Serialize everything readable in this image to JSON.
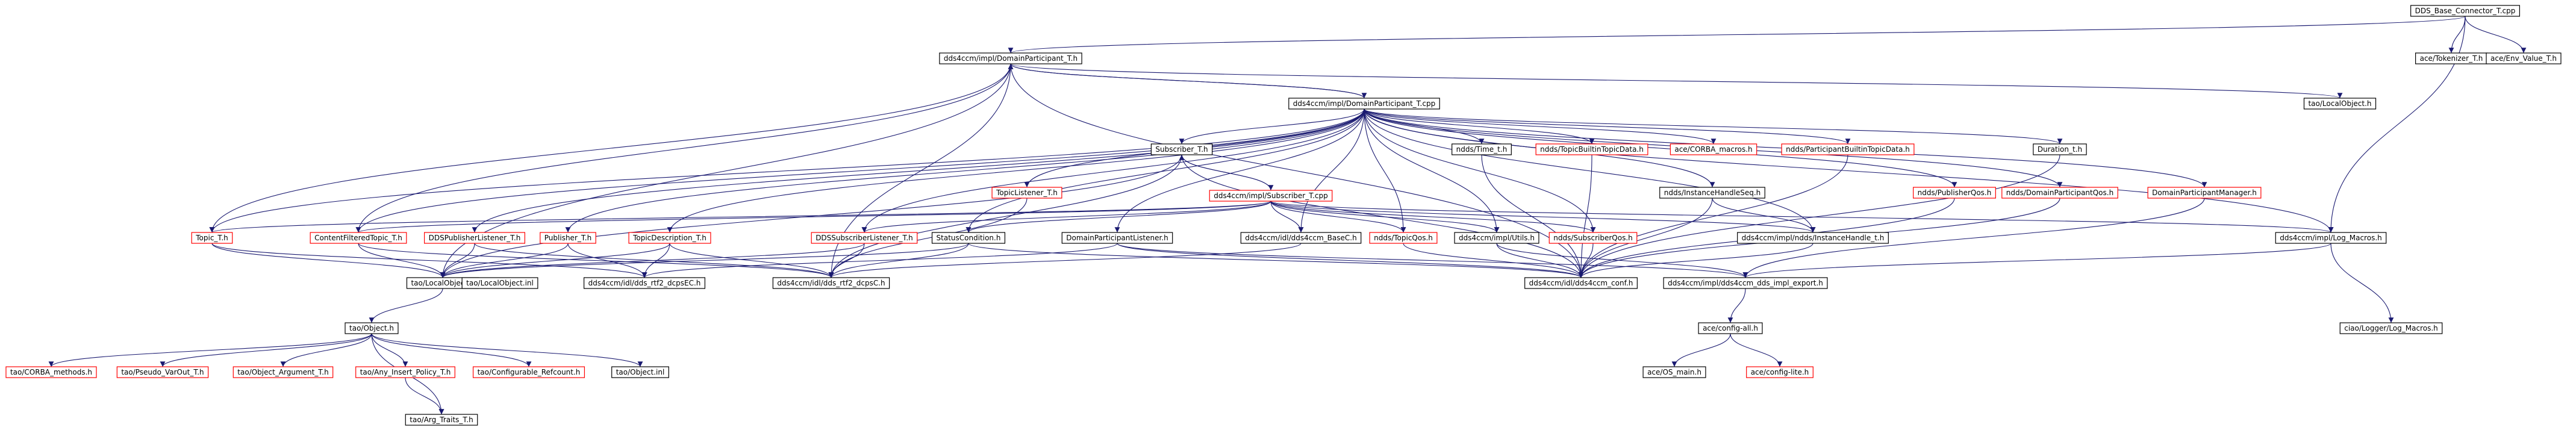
{
  "colors": {
    "edge": "#191970",
    "node_border_normal": "#000000",
    "node_border_truncated": "#ff0000",
    "root_fill": "#bfbfbf",
    "node_fill": "#ffffff"
  },
  "diagram": {
    "type": "include-dependency-graph",
    "root": "DDS_Base_Connector_T.cpp",
    "nodes": [
      {
        "id": "root",
        "label": "DDS_Base_Connector_T.cpp",
        "style": "root"
      },
      {
        "id": "dp_th",
        "label": "dds4ccm/impl/DomainParticipant_T.h",
        "style": "normal"
      },
      {
        "id": "ace_tok",
        "label": "ace/Tokenizer_T.h",
        "style": "normal"
      },
      {
        "id": "ace_env",
        "label": "ace/Env_Value_T.h",
        "style": "normal"
      },
      {
        "id": "dp_cpp",
        "label": "dds4ccm/impl/DomainParticipant_T.cpp",
        "style": "normal"
      },
      {
        "id": "tao_loh_top",
        "label": "tao/LocalObject.h",
        "style": "normal"
      },
      {
        "id": "sub_th",
        "label": "Subscriber_T.h",
        "style": "normal"
      },
      {
        "id": "ndds_time",
        "label": "ndds/Time_t.h",
        "style": "normal"
      },
      {
        "id": "ndds_tbtd",
        "label": "ndds/TopicBuiltinTopicData.h",
        "style": "truncated"
      },
      {
        "id": "ace_corba",
        "label": "ace/CORBA_macros.h",
        "style": "truncated"
      },
      {
        "id": "ndds_pbtd",
        "label": "ndds/ParticipantBuiltinTopicData.h",
        "style": "truncated"
      },
      {
        "id": "duration",
        "label": "Duration_t.h",
        "style": "normal"
      },
      {
        "id": "sub_cpp",
        "label": "dds4ccm/impl/Subscriber_T.cpp",
        "style": "truncated"
      },
      {
        "id": "topic_listener",
        "label": "TopicListener_T.h",
        "style": "truncated"
      },
      {
        "id": "ndds_ihs",
        "label": "ndds/InstanceHandleSeq.h",
        "style": "normal"
      },
      {
        "id": "ndds_pubqos",
        "label": "ndds/PublisherQos.h",
        "style": "truncated"
      },
      {
        "id": "ndds_dpqos",
        "label": "ndds/DomainParticipantQos.h",
        "style": "truncated"
      },
      {
        "id": "dpm",
        "label": "DomainParticipantManager.h",
        "style": "truncated"
      },
      {
        "id": "topic_th",
        "label": "Topic_T.h",
        "style": "truncated"
      },
      {
        "id": "cft",
        "label": "ContentFilteredTopic_T.h",
        "style": "truncated"
      },
      {
        "id": "dds_pub_listener",
        "label": "DDSPublisherListener_T.h",
        "style": "truncated"
      },
      {
        "id": "publisher",
        "label": "Publisher_T.h",
        "style": "truncated"
      },
      {
        "id": "topic_desc",
        "label": "TopicDescription_T.h",
        "style": "truncated"
      },
      {
        "id": "dds_sub_listener",
        "label": "DDSSubscriberListener_T.h",
        "style": "truncated"
      },
      {
        "id": "status_cond",
        "label": "StatusCondition.h",
        "style": "normal"
      },
      {
        "id": "dp_listener",
        "label": "DomainParticipantListener.h",
        "style": "normal"
      },
      {
        "id": "dds_base",
        "label": "dds4ccm/idl/dds4ccm_BaseC.h",
        "style": "normal"
      },
      {
        "id": "ndds_topicqos",
        "label": "ndds/TopicQos.h",
        "style": "truncated"
      },
      {
        "id": "utils",
        "label": "dds4ccm/impl/Utils.h",
        "style": "normal"
      },
      {
        "id": "ndds_subqos",
        "label": "ndds/SubscriberQos.h",
        "style": "truncated"
      },
      {
        "id": "ndds_ih",
        "label": "dds4ccm/impl/ndds/InstanceHandle_t.h",
        "style": "normal"
      },
      {
        "id": "log_macros",
        "label": "dds4ccm/impl/Log_Macros.h",
        "style": "normal"
      },
      {
        "id": "tao_lo_h",
        "label": "tao/LocalObject.h",
        "style": "normal"
      },
      {
        "id": "tao_lo_inl",
        "label": "tao/LocalObject.inl",
        "style": "normal"
      },
      {
        "id": "dcps_ec",
        "label": "dds4ccm/idl/dds_rtf2_dcpsEC.h",
        "style": "normal"
      },
      {
        "id": "dcps_c",
        "label": "dds4ccm/idl/dds_rtf2_dcpsC.h",
        "style": "normal"
      },
      {
        "id": "conf",
        "label": "dds4ccm/idl/dds4ccm_conf.h",
        "style": "normal"
      },
      {
        "id": "export",
        "label": "dds4ccm/impl/dds4ccm_dds_impl_export.h",
        "style": "normal"
      },
      {
        "id": "ciao_log",
        "label": "ciao/Logger/Log_Macros.h",
        "style": "normal"
      },
      {
        "id": "tao_obj",
        "label": "tao/Object.h",
        "style": "normal"
      },
      {
        "id": "ace_config_all",
        "label": "ace/config-all.h",
        "style": "normal"
      },
      {
        "id": "tao_corba_methods",
        "label": "tao/CORBA_methods.h",
        "style": "truncated"
      },
      {
        "id": "tao_pseudo",
        "label": "tao/Pseudo_VarOut_T.h",
        "style": "truncated"
      },
      {
        "id": "tao_objarg",
        "label": "tao/Object_Argument_T.h",
        "style": "truncated"
      },
      {
        "id": "tao_any_insert",
        "label": "tao/Any_Insert_Policy_T.h",
        "style": "truncated"
      },
      {
        "id": "tao_configurable",
        "label": "tao/Configurable_Refcount.h",
        "style": "truncated"
      },
      {
        "id": "tao_obj_inl",
        "label": "tao/Object.inl",
        "style": "normal"
      },
      {
        "id": "tao_argtraits",
        "label": "tao/Arg_Traits_T.h",
        "style": "normal"
      },
      {
        "id": "ace_os_main",
        "label": "ace/OS_main.h",
        "style": "normal"
      },
      {
        "id": "ace_config_lite",
        "label": "ace/config-lite.h",
        "style": "truncated"
      }
    ],
    "edges": [
      [
        "root",
        "dp_th"
      ],
      [
        "root",
        "ace_tok"
      ],
      [
        "root",
        "ace_env"
      ],
      [
        "root",
        "log_macros"
      ],
      [
        "dp_th",
        "dp_cpp"
      ],
      [
        "dp_th",
        "tao_loh_top"
      ],
      [
        "dp_th",
        "topic_th"
      ],
      [
        "dp_th",
        "tao_lo_h"
      ],
      [
        "dp_th",
        "dcps_c"
      ],
      [
        "dp_th",
        "conf"
      ],
      [
        "dp_cpp",
        "sub_th"
      ],
      [
        "dp_cpp",
        "ndds_time"
      ],
      [
        "dp_cpp",
        "ndds_tbtd"
      ],
      [
        "dp_cpp",
        "ace_corba"
      ],
      [
        "dp_cpp",
        "ndds_pbtd"
      ],
      [
        "dp_cpp",
        "duration"
      ],
      [
        "dp_cpp",
        "topic_listener"
      ],
      [
        "dp_cpp",
        "ndds_ihs"
      ],
      [
        "dp_cpp",
        "ndds_pubqos"
      ],
      [
        "dp_cpp",
        "ndds_dpqos"
      ],
      [
        "dp_cpp",
        "dpm"
      ],
      [
        "dp_cpp",
        "topic_th"
      ],
      [
        "dp_cpp",
        "cft"
      ],
      [
        "dp_cpp",
        "dds_pub_listener"
      ],
      [
        "dp_cpp",
        "publisher"
      ],
      [
        "dp_cpp",
        "topic_desc"
      ],
      [
        "dp_cpp",
        "dds_sub_listener"
      ],
      [
        "dp_cpp",
        "status_cond"
      ],
      [
        "dp_cpp",
        "dp_listener"
      ],
      [
        "dp_cpp",
        "dds_base"
      ],
      [
        "dp_cpp",
        "ndds_topicqos"
      ],
      [
        "dp_cpp",
        "utils"
      ],
      [
        "dp_cpp",
        "ndds_subqos"
      ],
      [
        "dp_cpp",
        "ndds_ih"
      ],
      [
        "dp_cpp",
        "log_macros"
      ],
      [
        "dp_cpp",
        "dp_th"
      ],
      [
        "sub_th",
        "sub_cpp"
      ],
      [
        "sub_th",
        "tao_lo_h"
      ],
      [
        "sub_th",
        "dcps_c"
      ],
      [
        "sub_th",
        "conf"
      ],
      [
        "sub_cpp",
        "sub_th"
      ],
      [
        "sub_cpp",
        "cft"
      ],
      [
        "sub_cpp",
        "topic_th"
      ],
      [
        "sub_cpp",
        "status_cond"
      ],
      [
        "sub_cpp",
        "dds_base"
      ],
      [
        "sub_cpp",
        "ndds_topicqos"
      ],
      [
        "sub_cpp",
        "utils"
      ],
      [
        "sub_cpp",
        "ndds_subqos"
      ],
      [
        "sub_cpp",
        "ndds_ih"
      ],
      [
        "sub_cpp",
        "log_macros"
      ],
      [
        "sub_cpp",
        "dds_sub_listener"
      ],
      [
        "ndds_time",
        "conf"
      ],
      [
        "ndds_tbtd",
        "conf"
      ],
      [
        "ndds_pbtd",
        "conf"
      ],
      [
        "duration",
        "conf"
      ],
      [
        "ndds_ihs",
        "ndds_ih"
      ],
      [
        "ndds_ihs",
        "conf"
      ],
      [
        "ndds_pubqos",
        "conf"
      ],
      [
        "ndds_dpqos",
        "conf"
      ],
      [
        "dpm",
        "export"
      ],
      [
        "topic_listener",
        "dcps_c"
      ],
      [
        "topic_th",
        "tao_lo_h"
      ],
      [
        "topic_th",
        "dcps_ec"
      ],
      [
        "cft",
        "tao_lo_h"
      ],
      [
        "cft",
        "dcps_c"
      ],
      [
        "cft",
        "dp_th"
      ],
      [
        "dds_pub_listener",
        "tao_lo_h"
      ],
      [
        "dds_pub_listener",
        "dcps_c"
      ],
      [
        "publisher",
        "tao_lo_h"
      ],
      [
        "publisher",
        "dcps_ec"
      ],
      [
        "topic_desc",
        "tao_lo_h"
      ],
      [
        "topic_desc",
        "dcps_ec"
      ],
      [
        "topic_desc",
        "dcps_c"
      ],
      [
        "dds_sub_listener",
        "tao_lo_h"
      ],
      [
        "dds_sub_listener",
        "dcps_c"
      ],
      [
        "status_cond",
        "tao_lo_h"
      ],
      [
        "status_cond",
        "dcps_c"
      ],
      [
        "status_cond",
        "conf"
      ],
      [
        "dp_listener",
        "dcps_ec"
      ],
      [
        "dp_listener",
        "conf"
      ],
      [
        "dp_listener",
        "export"
      ],
      [
        "dds_base",
        "dcps_c"
      ],
      [
        "ndds_topicqos",
        "conf"
      ],
      [
        "utils",
        "conf"
      ],
      [
        "utils",
        "export"
      ],
      [
        "ndds_subqos",
        "conf"
      ],
      [
        "ndds_ih",
        "conf"
      ],
      [
        "log_macros",
        "ciao_log"
      ],
      [
        "log_macros",
        "export"
      ],
      [
        "tao_lo_h",
        "tao_obj"
      ],
      [
        "tao_lo_h",
        "tao_lo_inl"
      ],
      [
        "export",
        "ace_config_all"
      ],
      [
        "ace_config_all",
        "ace_os_main"
      ],
      [
        "ace_config_all",
        "ace_config_lite"
      ],
      [
        "tao_obj",
        "tao_corba_methods"
      ],
      [
        "tao_obj",
        "tao_pseudo"
      ],
      [
        "tao_obj",
        "tao_objarg"
      ],
      [
        "tao_obj",
        "tao_any_insert"
      ],
      [
        "tao_obj",
        "tao_configurable"
      ],
      [
        "tao_obj",
        "tao_obj_inl"
      ],
      [
        "tao_obj",
        "tao_argtraits"
      ],
      [
        "tao_any_insert",
        "tao_argtraits"
      ]
    ]
  }
}
